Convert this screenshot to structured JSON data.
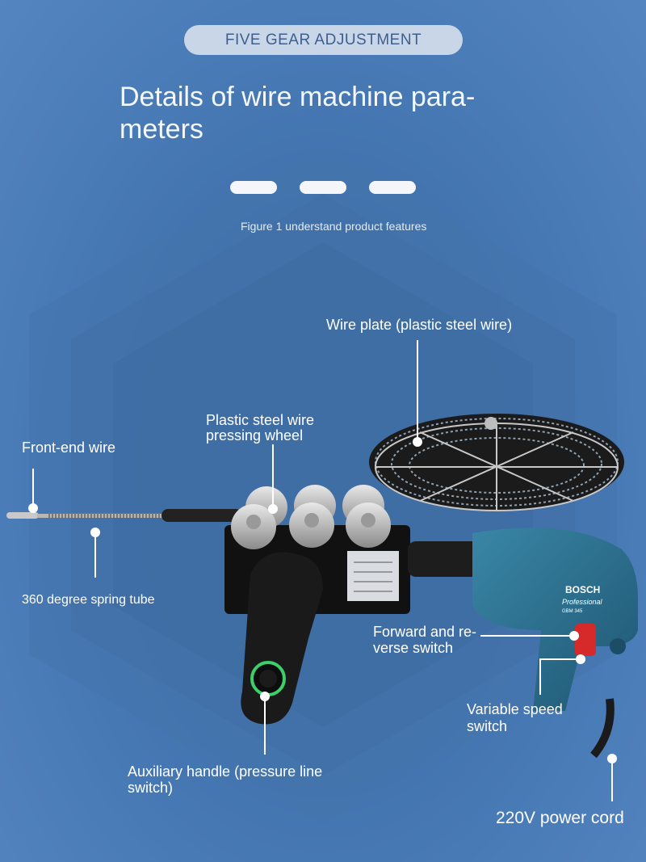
{
  "header": {
    "badge": "FIVE GEAR ADJUSTMENT",
    "title": "Details of wire machine para- meters",
    "caption": "Figure 1 understand product features"
  },
  "callouts": {
    "wire_plate": "Wire plate (plastic steel wire)",
    "pressing_wheel": "Plastic steel wire pressing wheel",
    "front_end_wire": "Front-end wire",
    "spring_tube": "360 degree spring tube",
    "forward_reverse": "Forward and re- verse switch",
    "variable_speed": "Variable speed switch",
    "aux_handle": "Auxiliary handle (pressure line switch)",
    "power_cord": "220V power cord"
  },
  "product": {
    "drill_brand": "BOSCH",
    "drill_line": "Professional",
    "drill_model": "GBM 345"
  },
  "colors": {
    "background": "#4576b0",
    "badge_bg": "#c9d6e8",
    "badge_text": "#3d5f8e",
    "drill_body": "#2e6d8a",
    "trigger": "#d62a2a",
    "handle_ring": "#3cd06a"
  }
}
